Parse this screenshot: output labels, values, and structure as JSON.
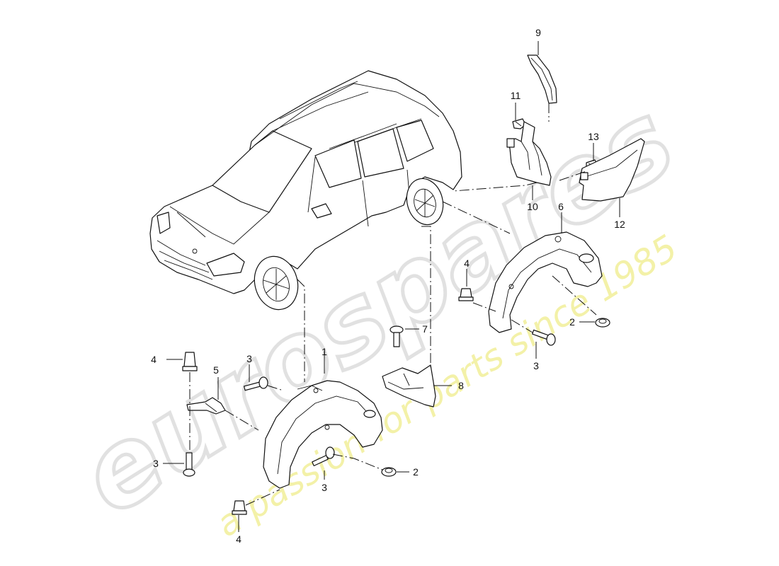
{
  "watermark": {
    "brand": "eurospares",
    "tagline": "a passion for parts since 1985",
    "brand_color": "#d8d8d8",
    "tagline_color": "#f2ef9a"
  },
  "callouts": [
    {
      "id": "c1",
      "label": "1"
    },
    {
      "id": "c2a",
      "label": "2"
    },
    {
      "id": "c2b",
      "label": "2"
    },
    {
      "id": "c3a",
      "label": "3"
    },
    {
      "id": "c3b",
      "label": "3"
    },
    {
      "id": "c3c",
      "label": "3"
    },
    {
      "id": "c3d",
      "label": "3"
    },
    {
      "id": "c4a",
      "label": "4"
    },
    {
      "id": "c4b",
      "label": "4"
    },
    {
      "id": "c4c",
      "label": "4"
    },
    {
      "id": "c5",
      "label": "5"
    },
    {
      "id": "c6",
      "label": "6"
    },
    {
      "id": "c7",
      "label": "7"
    },
    {
      "id": "c8",
      "label": "8"
    },
    {
      "id": "c9",
      "label": "9"
    },
    {
      "id": "c10",
      "label": "10"
    },
    {
      "id": "c11",
      "label": "11"
    },
    {
      "id": "c12",
      "label": "12"
    },
    {
      "id": "c13",
      "label": "13"
    }
  ]
}
